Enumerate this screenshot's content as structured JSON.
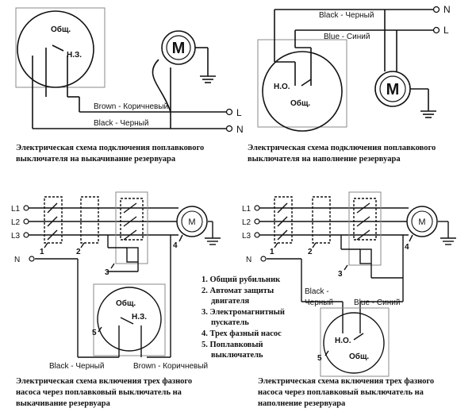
{
  "diagram1": {
    "switch_common": "Общ.",
    "switch_contact": "Н.З.",
    "motor": "M",
    "wire_brown": "Brown - Коричневый",
    "wire_black": "Black - Черный",
    "term_l": "L",
    "term_n": "N",
    "caption_line1": "Электрическая схема подключения поплавкового",
    "caption_line2": "выключателя на выкачивание резервуара"
  },
  "diagram2": {
    "wire_black": "Black - Черный",
    "wire_blue": "Blue - Синий",
    "term_n": "N",
    "term_l": "L",
    "switch_contact": "Н.О.",
    "switch_common": "Общ.",
    "motor": "M",
    "caption_line1": "Электрическая схема подключения поплавкового",
    "caption_line2": "выключателя на наполнение резервуара"
  },
  "diagram3": {
    "l1": "L1",
    "l2": "L2",
    "l3": "L3",
    "n": "N",
    "num1": "1",
    "num2": "2",
    "num3": "3",
    "num4": "4",
    "num5": "5",
    "motor": "M",
    "switch_common": "Общ.",
    "switch_contact": "Н.З.",
    "wire_black": "Black - Черный",
    "wire_brown": "Brown - Коричневый",
    "caption_line1": "Электрическая схема включения трех фазного",
    "caption_line2": "насоса через поплавковый выключатель на",
    "caption_line3": "выкачивание резервуара"
  },
  "diagram4": {
    "l1": "L1",
    "l2": "L2",
    "l3": "L3",
    "n": "N",
    "num1": "1",
    "num2": "2",
    "num3": "3",
    "num4": "4",
    "num5": "5",
    "motor": "M",
    "wire_black_1": "Black -",
    "wire_black_2": "Черный",
    "wire_blue": "Blue - Синий",
    "switch_contact": "Н.О.",
    "switch_common": "Общ.",
    "caption_line1": "Электрическая схема включения трех фазного",
    "caption_line2": "насоса через поплавковый выключатель на",
    "caption_line3": "наполнение резервуара"
  },
  "legend": {
    "item1": "1. Общий рубильник",
    "item2a": "2. Автомат защиты",
    "item2b": "двигателя",
    "item3a": "3. Электромагнитный",
    "item3b": "пускатель",
    "item4": "4. Трех фазный насос",
    "item5a": "5. Поплавковый",
    "item5b": "выключатель"
  }
}
